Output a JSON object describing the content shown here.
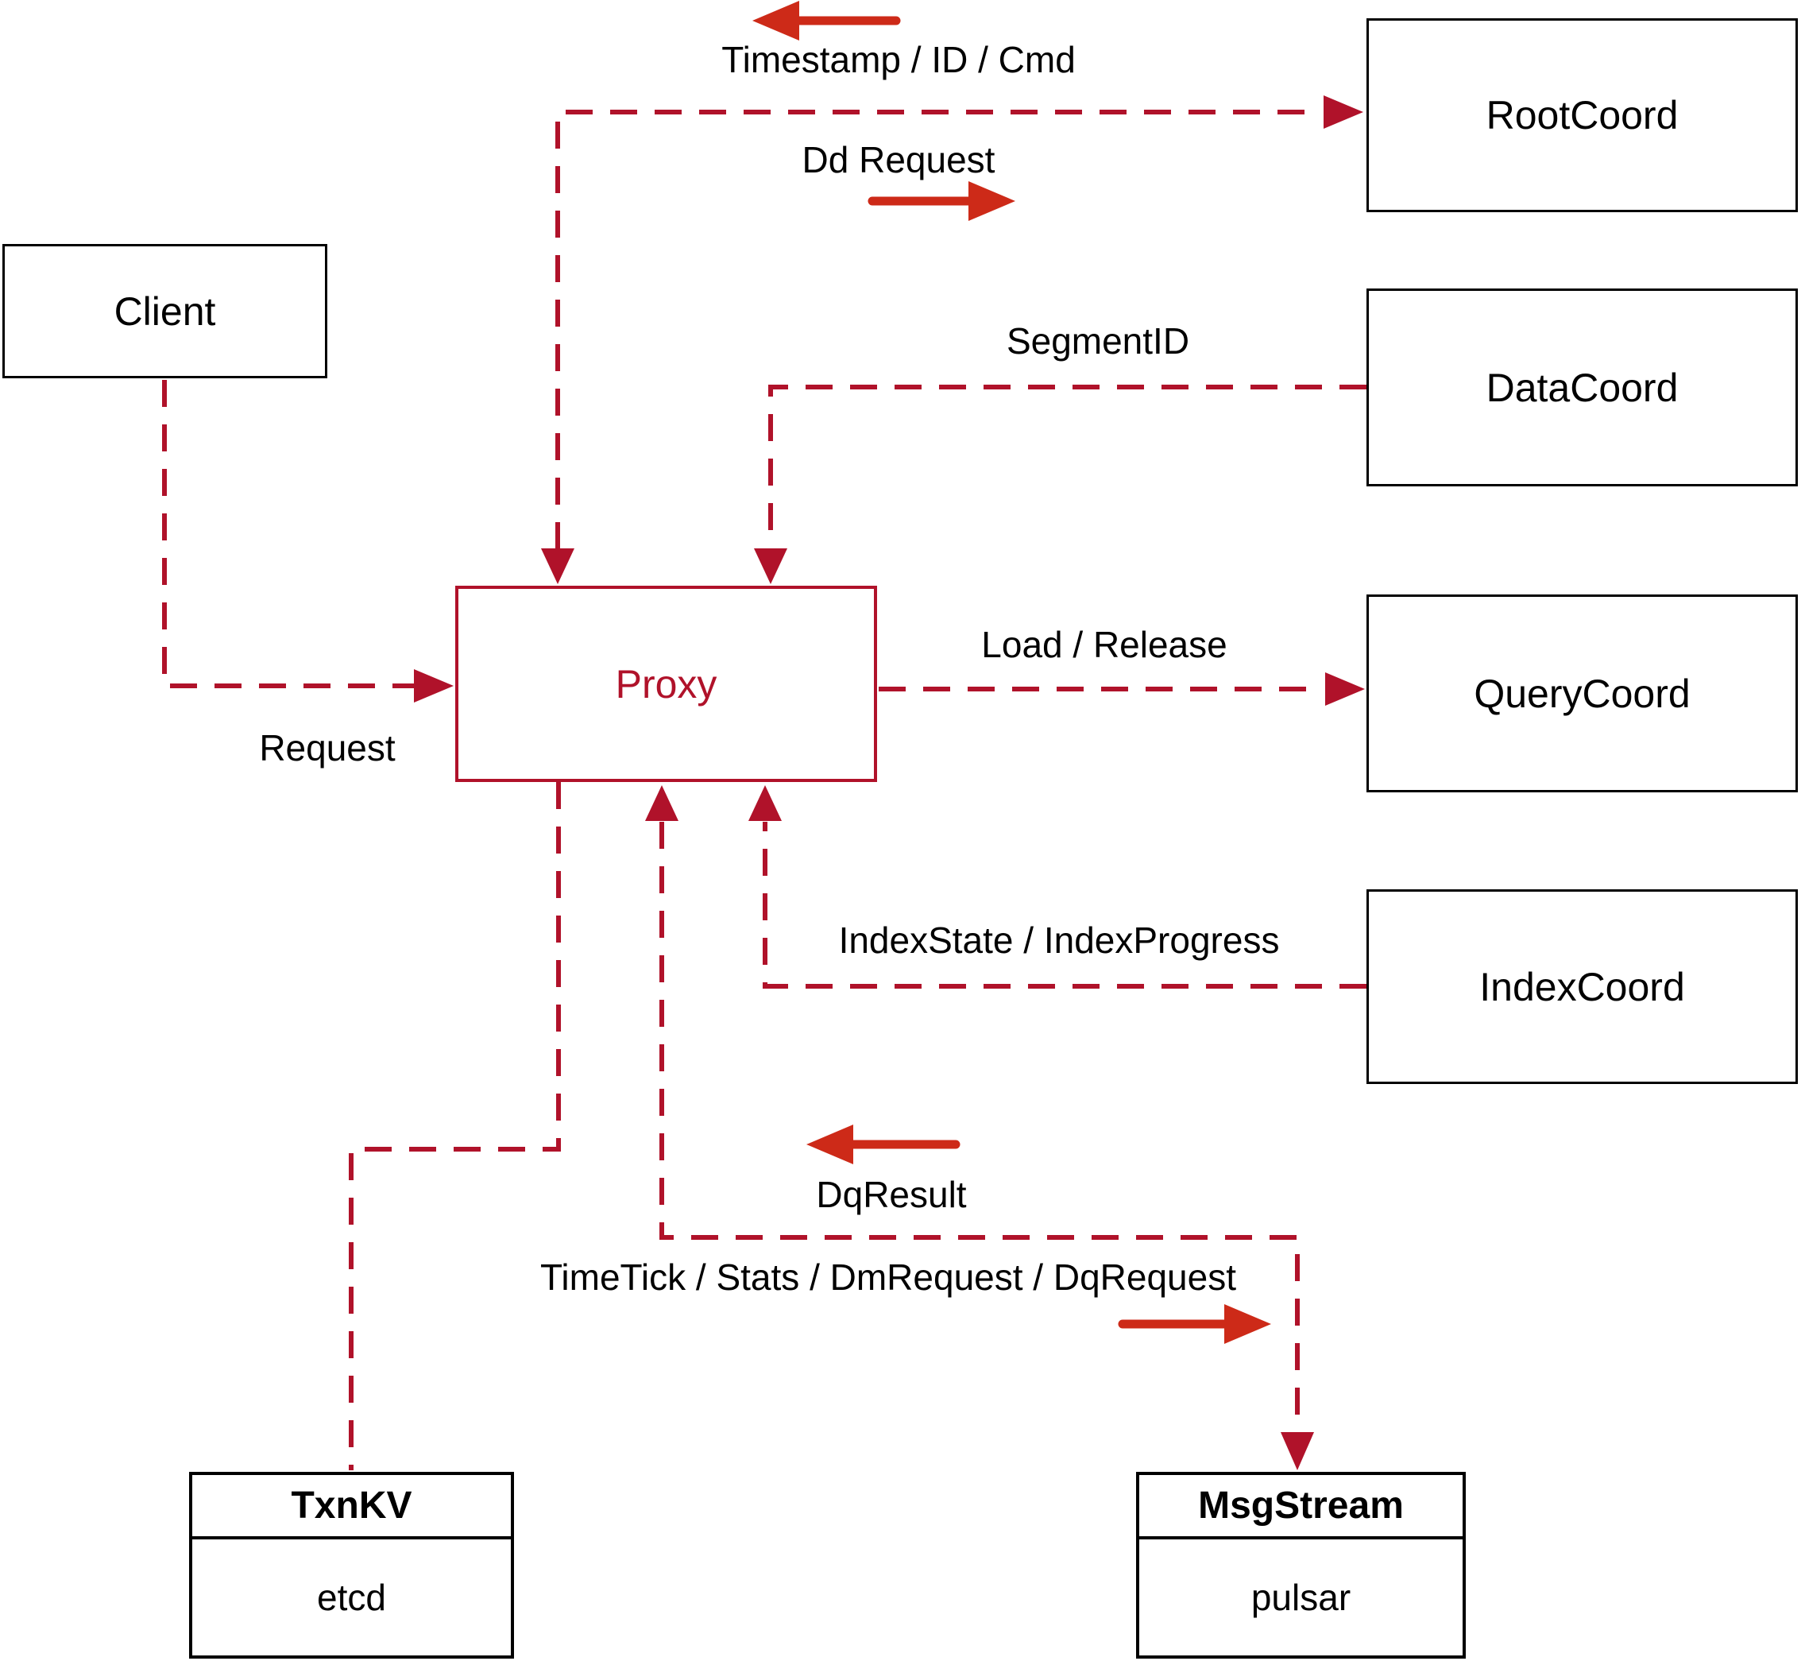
{
  "colors": {
    "connector": "#b0122a",
    "arrow": "#cd2a18",
    "box_border": "#000000",
    "text": "#000000",
    "background": "#ffffff"
  },
  "nodes": {
    "client": {
      "label": "Client"
    },
    "rootcoord": {
      "label": "RootCoord"
    },
    "datacoord": {
      "label": "DataCoord"
    },
    "querycoord": {
      "label": "QueryCoord"
    },
    "indexcoord": {
      "label": "IndexCoord"
    },
    "proxy": {
      "label": "Proxy"
    },
    "txnkv": {
      "title": "TxnKV",
      "implementation": "etcd"
    },
    "msgstream": {
      "title": "MsgStream",
      "implementation": "pulsar"
    }
  },
  "edge_labels": {
    "timestamp_id_cmd": "Timestamp / ID / Cmd",
    "dd_request": "Dd Request",
    "segment_id": "SegmentID",
    "load_release": "Load / Release",
    "index_state_progress": "IndexState / IndexProgress",
    "request": "Request",
    "dq_result": "DqResult",
    "timetick_stats": "TimeTick / Stats / DmRequest / DqRequest"
  }
}
